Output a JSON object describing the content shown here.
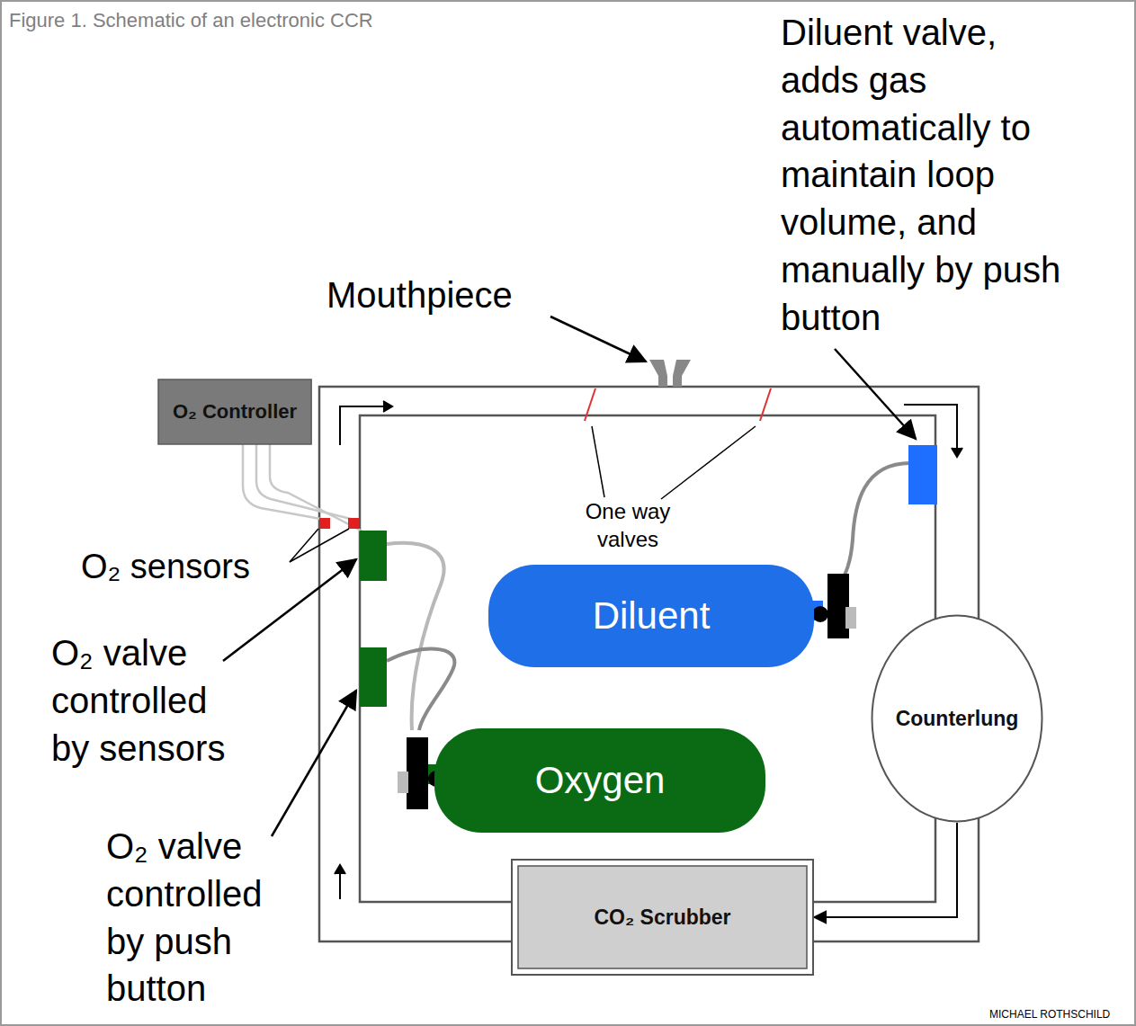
{
  "diagram": {
    "caption": "Figure 1. Schematic of an electronic CCR",
    "nodes": [
      {
        "text": [
          "O₂ Controller"
        ]
      },
      {
        "text": [
          "Diluent"
        ]
      },
      {
        "text": [
          "Oxygen"
        ]
      },
      {
        "text": [
          "Counterlung"
        ]
      },
      {
        "text": [
          "CO₂ Scrubber"
        ]
      }
    ],
    "edges": [
      {
        "from": 3,
        "to": 4,
        "arrow": "to"
      }
    ],
    "labels": [
      "Mouthpiece",
      "Diluent valve, adds gas automatically to maintain loop volume, and manually by push button",
      "One way valves",
      "O₂ sensors",
      "O₂ valve controlled by sensors",
      "O₂ valve controlled by push button",
      "MICHAEL ROTHSCHILD"
    ]
  }
}
